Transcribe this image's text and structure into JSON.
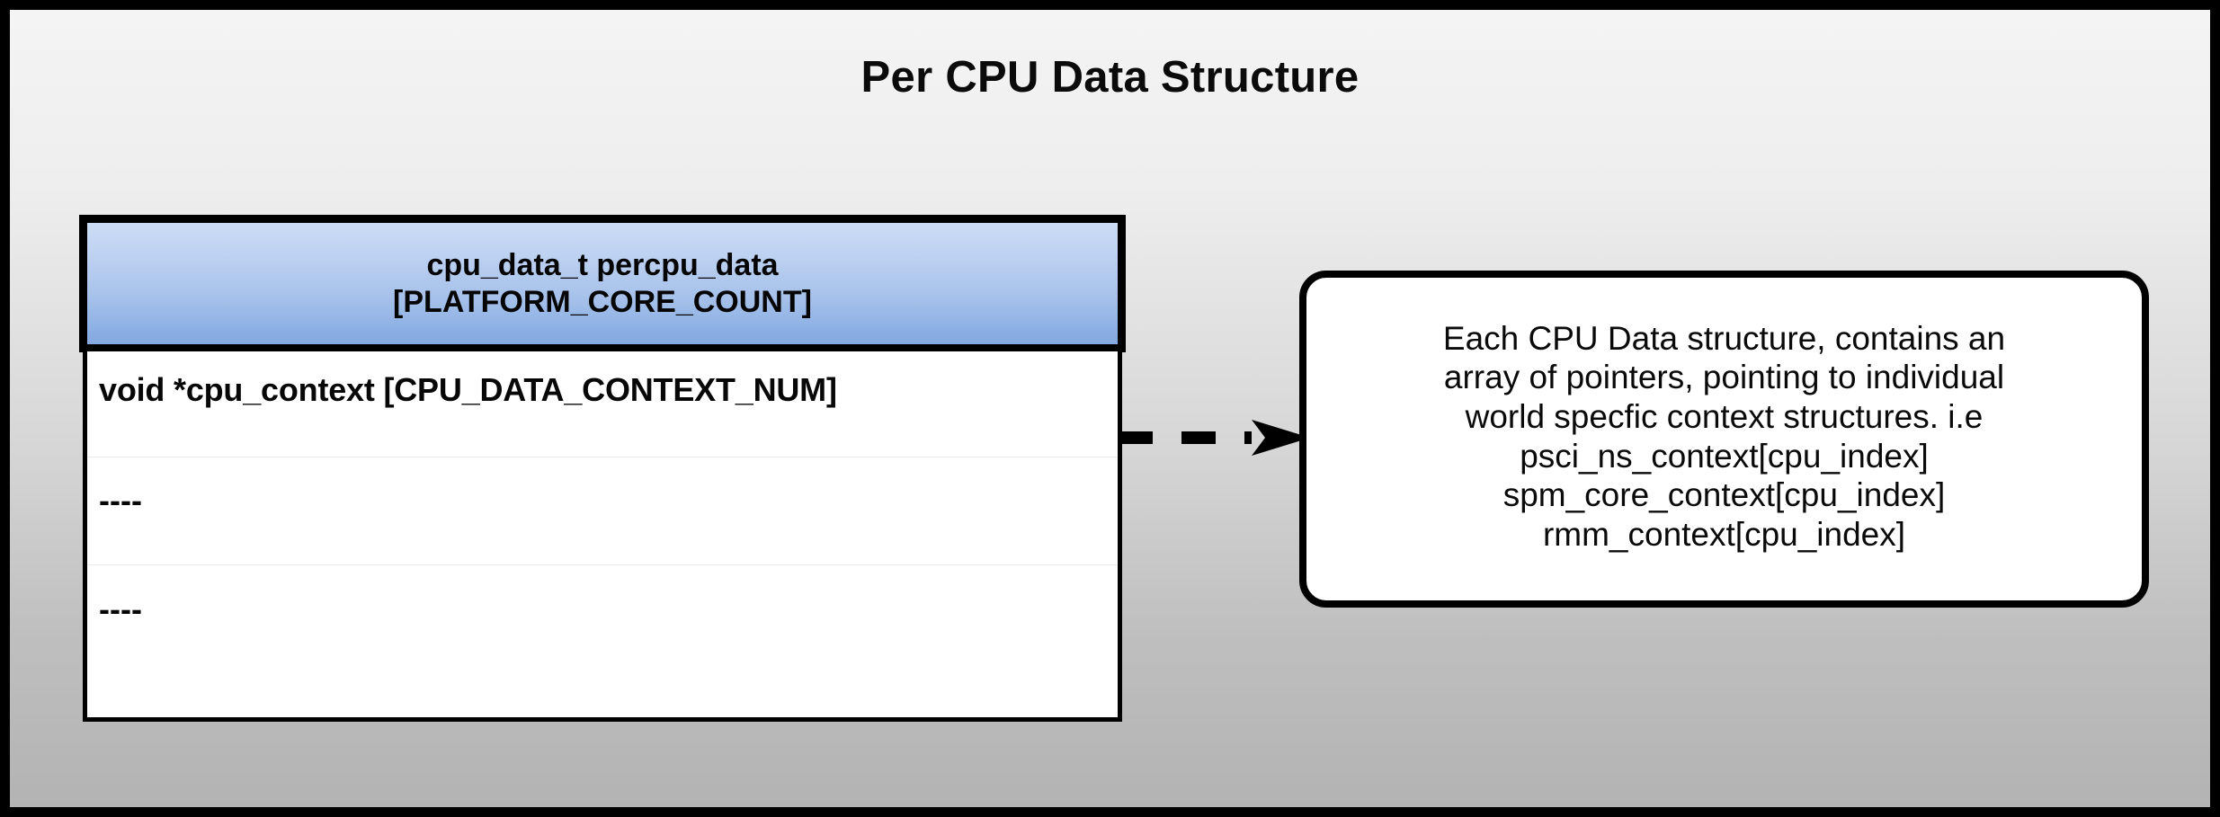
{
  "diagram": {
    "title": "Per CPU Data Structure",
    "background_top_color": "#f4f4f4",
    "background_bottom_color": "#b3b3b3",
    "frame_color": "#000000"
  },
  "struct_table": {
    "header": {
      "line1": "cpu_data_t percpu_data",
      "line2": "[PLATFORM_CORE_COUNT]",
      "gradient_top_color": "#ccdcf5",
      "gradient_bottom_color": "#85a9e0",
      "border_color": "#000000"
    },
    "rows": [
      {
        "text": "void *cpu_context [CPU_DATA_CONTEXT_NUM]"
      },
      {
        "text": "----"
      },
      {
        "text": "----"
      }
    ],
    "body_background": "#ffffff",
    "divider_color": "#e9e9e9"
  },
  "connector": {
    "style": "dashed",
    "arrowhead": "solid-triangle",
    "color": "#000000",
    "from": "struct-table",
    "to": "callout"
  },
  "callout": {
    "lines": [
      "Each CPU Data structure, contains an",
      "array of pointers, pointing to individual",
      "world specfic context structures. i.e",
      "psci_ns_context[cpu_index]",
      "spm_core_context[cpu_index]",
      "rmm_context[cpu_index]"
    ],
    "background": "#ffffff",
    "border_color": "#000000"
  }
}
